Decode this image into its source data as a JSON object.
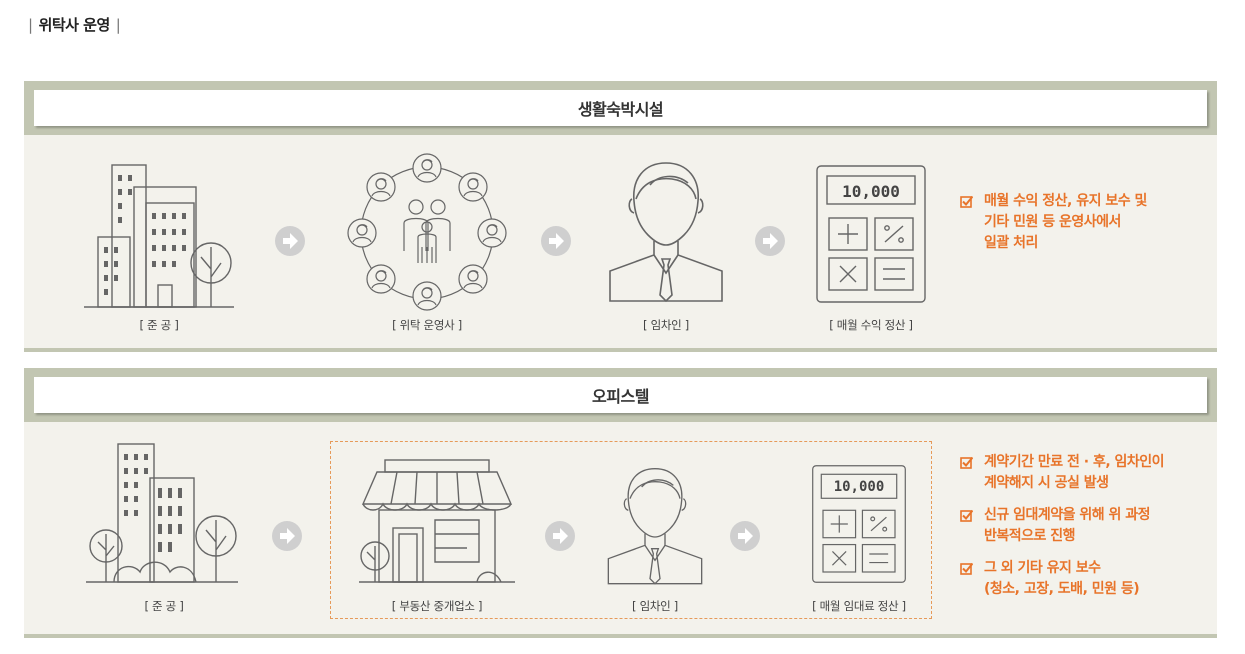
{
  "heading": {
    "bar_left": "|",
    "title": "위탁사 운영",
    "bar_right": "|"
  },
  "accent_color": "#e8742a",
  "band_color": "#c2c6b2",
  "section1": {
    "title": "생활숙박시설",
    "steps": [
      {
        "icon": "building-icon",
        "caption": "[ 준 공 ]"
      },
      {
        "icon": "management-network-icon",
        "caption": "[ 위탁 운영사 ]"
      },
      {
        "icon": "tenant-icon",
        "caption": "[ 임차인 ]"
      },
      {
        "icon": "calculator-icon",
        "caption": "[ 매월 수익 정산 ]",
        "display": "10,000"
      }
    ],
    "notes": [
      {
        "lines": [
          "매월 수익 정산, 유지 보수 및",
          "기타 민원 등 운영사에서",
          "일괄 처리"
        ]
      }
    ]
  },
  "section2": {
    "title": "오피스텔",
    "steps": [
      {
        "icon": "building-icon",
        "caption": "[ 준 공 ]"
      },
      {
        "icon": "real-estate-office-icon",
        "caption": "[ 부동산 중개업소 ]"
      },
      {
        "icon": "tenant-icon",
        "caption": "[ 임차인 ]"
      },
      {
        "icon": "calculator-icon",
        "caption": "[ 매월 임대료 정산 ]",
        "display": "10,000"
      }
    ],
    "notes": [
      {
        "lines": [
          "계약기간 만료 전 · 후, 임차인이",
          "계약해지 시 공실 발생"
        ]
      },
      {
        "lines": [
          "신규 임대계약을 위해 위 과정",
          "반복적으로 진행"
        ]
      },
      {
        "lines": [
          "그 외 기타 유지 보수",
          "(청소, 고장, 도배, 민원 등)"
        ]
      }
    ]
  }
}
